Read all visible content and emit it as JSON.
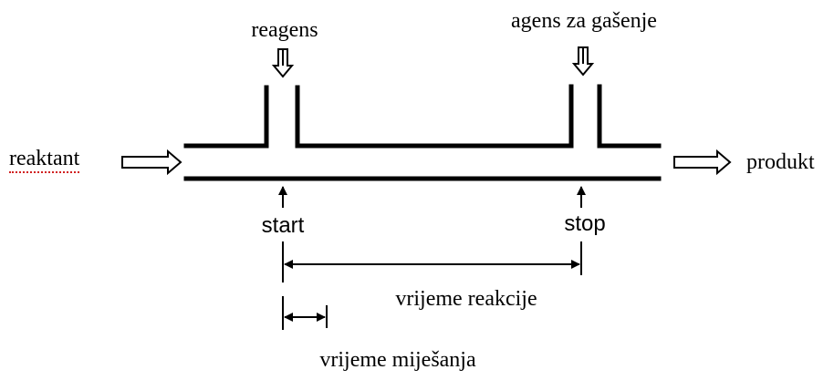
{
  "labels": {
    "reagent": "reagens",
    "quench": "agens za gašenje",
    "reactant": "reaktant",
    "product": "produkt",
    "start": "start",
    "stop": "stop",
    "reaction_time": "vrijeme reakcije",
    "mixing_time": "vrijeme miješanja"
  },
  "colors": {
    "ink": "#000000",
    "background": "#ffffff",
    "spellcheck": "#d02020"
  }
}
